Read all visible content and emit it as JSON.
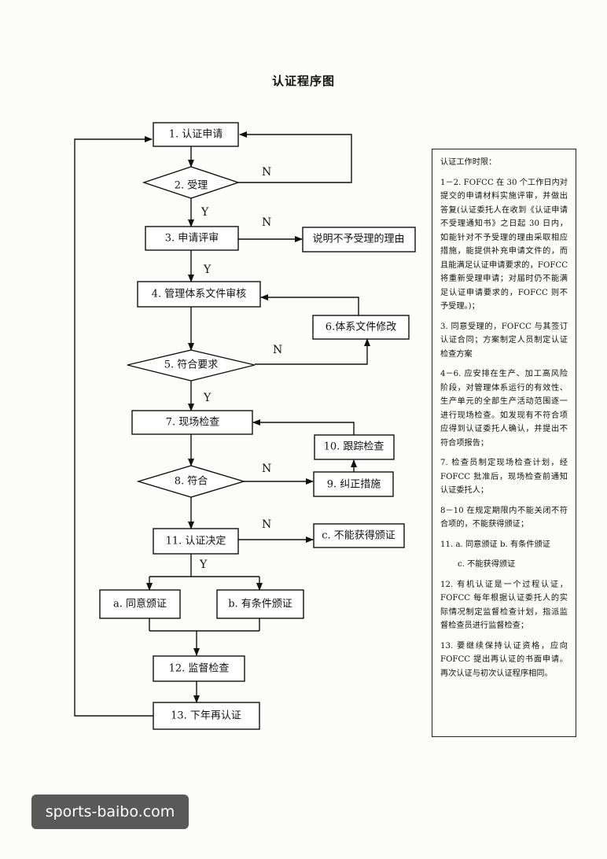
{
  "title": "认证程序图",
  "nodes": {
    "n1": "1. 认证申请",
    "n2": "2. 受理",
    "n3": "3. 申请评审",
    "reject_reason": "说明不予受理的理由",
    "n4": "4. 管理体系文件审核",
    "n5": "5. 符合要求",
    "n6": "6.体系文件修改",
    "n7": "7. 现场检查",
    "n8": "8. 符合",
    "n9": "9. 纠正措施",
    "n10": "10. 跟踪检查",
    "n11": "11. 认证决定",
    "nc": "c. 不能获得颁证",
    "na": "a. 同意颁证",
    "nb": "b. 有条件颁证",
    "n12": "12. 监督检查",
    "n13": "13. 下年再认证"
  },
  "labels": {
    "yes": "Y",
    "no": "N"
  },
  "panel": {
    "heading": "认证工作时限：",
    "p1": "1－2. FOFCC 在 30 个工作日内对提交的申请材料实施评审，并做出答复(认证委托人在收到《认证申请不受理通知书》之日起 30 日内，如能针对不予受理的理由采取相应措施，能提供补充申请文件的，而且能满足认证申请要求的，FOFCC 将重新受理申请；对届时仍不能满足认证申请要求的，FOFCC 则不予受理。)；",
    "p2": "3. 同意受理的，FOFCC 与其签订认证合同；方案制定人员制定认证检查方案",
    "p3": "4－6. 应安排在生产、加工高风险阶段，对管理体系运行的有效性、生产单元的全部生产活动范围逐一进行现场检查。如发现有不符合项应得到认证委托人确认，并提出不符合项报告；",
    "p4": "7. 检查员制定现场检查计划，经 FOFCC 批准后，现场检查前通知认证委托人；",
    "p5": "8－10 在规定期限内不能关闭不符合项的，不能获得颁证；",
    "p6": "11. a. 同意颁证 b. 有条件颁证",
    "p7": "c. 不能获得颁证",
    "p8": "12. 有机认证是一个过程认证，FOFCC 每年根据认证委托人的实际情况制定监督检查计划，指派监督检查员进行监督检查；",
    "p9": "13. 要继续保持认证资格，应向 FOFCC 提出再认证的书面申请。再次认证与初次认证程序相同。"
  },
  "watermark": "sports-baibo.com"
}
